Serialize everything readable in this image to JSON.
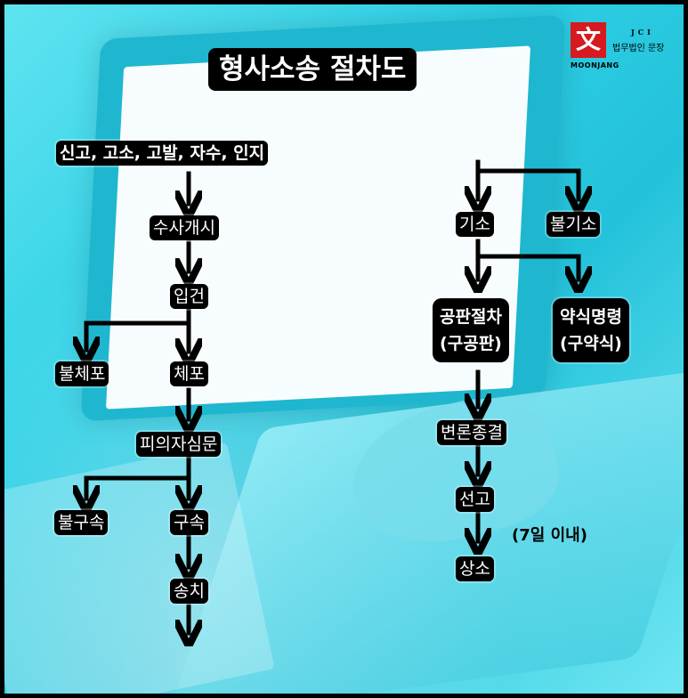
{
  "title": "형사소송 절차도",
  "logo": {
    "mark": "文",
    "jci": "JCI",
    "name": "법무법인 문장",
    "english": "MOONJANG"
  },
  "left_flow": {
    "start": "신고, 고소, 고발, 자수, 인지",
    "investigation": "수사개시",
    "case_registration": "입건",
    "no_arrest": "불체포",
    "arrest": "체포",
    "interrogation": "피의자심문",
    "no_detention": "불구속",
    "detention": "구속",
    "transfer": "송치"
  },
  "right_flow": {
    "indictment": "기소",
    "non_indictment": "불기소",
    "trial_line1": "공판절차",
    "trial_line2": "(구공판)",
    "summary_line1": "약식명령",
    "summary_line2": "(구약식)",
    "closing": "변론종결",
    "sentence": "선고",
    "appeal": "상소",
    "appeal_note": "(7일 이내)"
  },
  "colors": {
    "background": "#2fd0e6",
    "label_bg": "#000000",
    "label_text": "#ffffff",
    "logo_red": "#d71920"
  }
}
